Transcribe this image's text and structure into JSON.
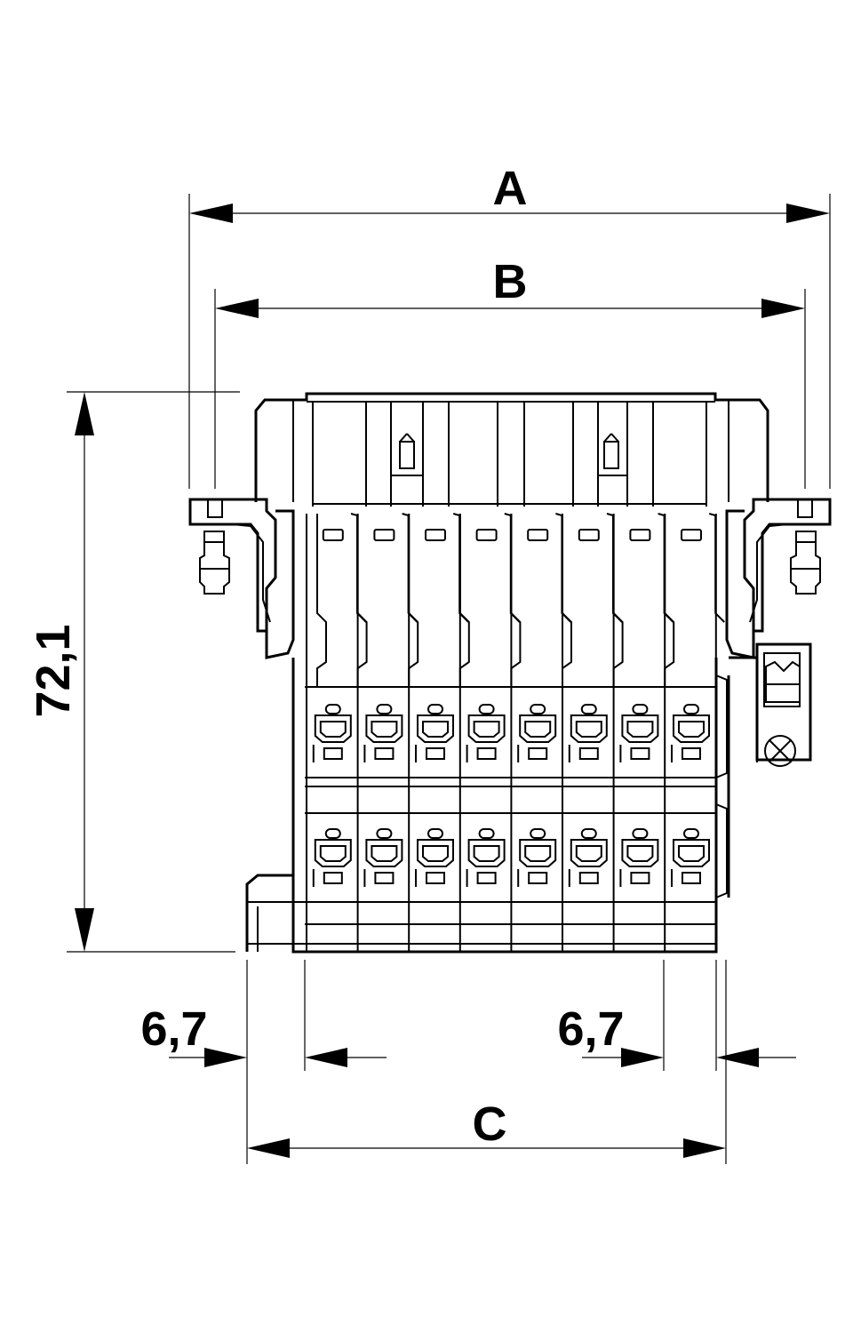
{
  "dimensions": {
    "overall_width": "A",
    "mounting_width": "B",
    "base_width": "C",
    "height": "72,1",
    "left_offset": "6,7",
    "right_offset": "6,7"
  },
  "modules": {
    "count": 8,
    "terminal_rows": 2
  }
}
